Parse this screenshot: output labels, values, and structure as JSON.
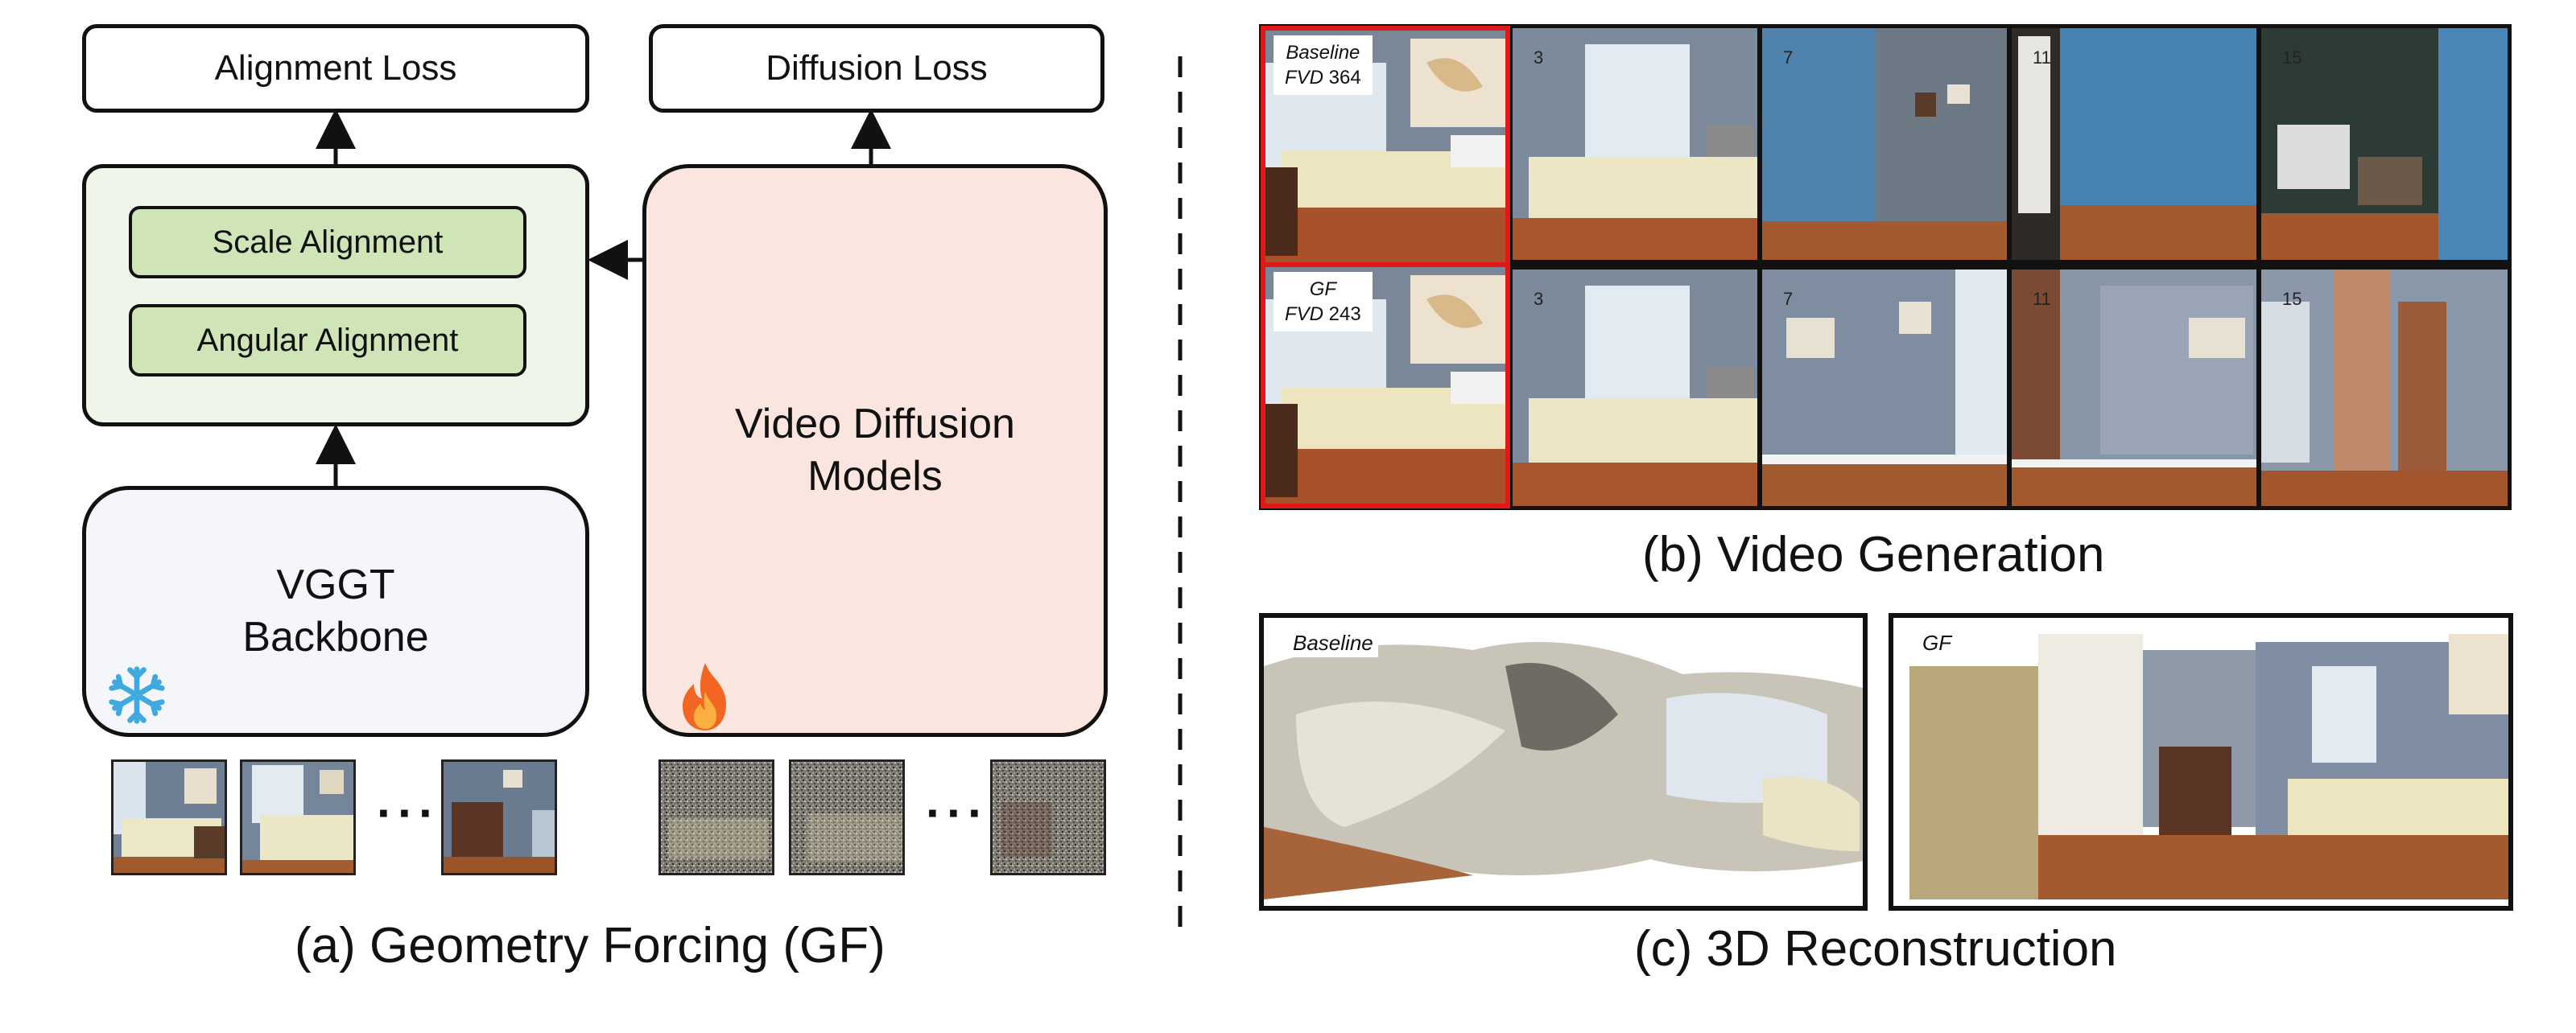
{
  "panel_a": {
    "alignment_loss": "Alignment Loss",
    "diffusion_loss": "Diffusion Loss",
    "scale_alignment": "Scale Alignment",
    "angular_alignment": "Angular Alignment",
    "vggt_line1": "VGGT",
    "vggt_line2": "Backbone",
    "vdm_line1": "Video Diffusion",
    "vdm_line2": "Models",
    "ellipsis_left": "···",
    "ellipsis_right": "···",
    "caption": "(a) Geometry Forcing (GF)",
    "icons": {
      "frozen": "snowflake-icon",
      "trainable": "fire-icon"
    }
  },
  "panel_b": {
    "caption": "(b) Video Generation",
    "rows": [
      {
        "label_name": "Baseline",
        "label_metric": "FVD",
        "label_value": "364",
        "frame_numbers": [
          "3",
          "7",
          "11",
          "15"
        ]
      },
      {
        "label_name": "GF",
        "label_metric": "FVD",
        "label_value": "243",
        "frame_numbers": [
          "3",
          "7",
          "11",
          "15"
        ]
      }
    ],
    "highlight_color": "#e01818"
  },
  "panel_c": {
    "caption": "(c) 3D Reconstruction",
    "left_tag": "Baseline",
    "right_tag": "GF"
  }
}
